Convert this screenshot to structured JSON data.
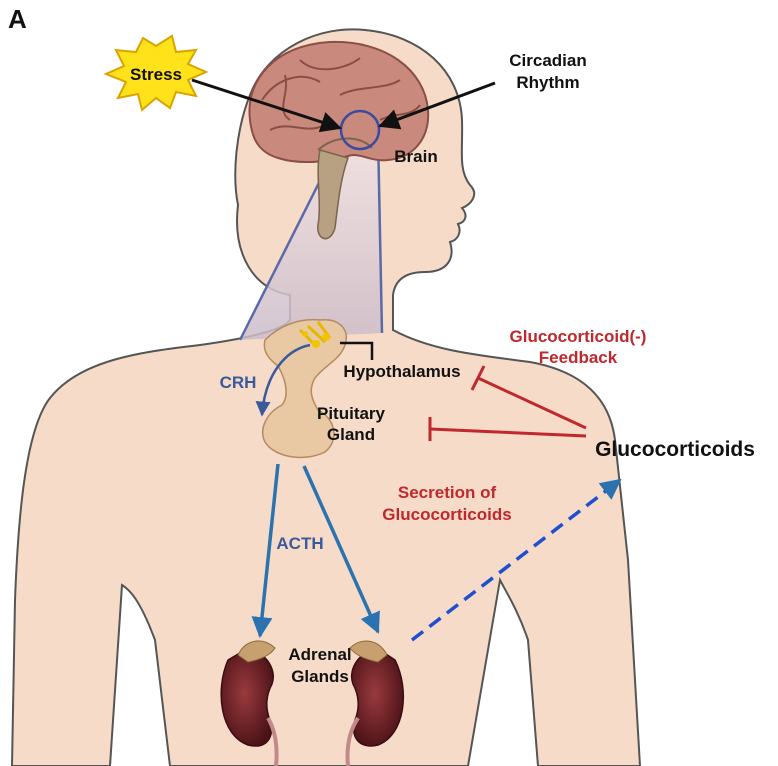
{
  "panel_label": "A",
  "labels": {
    "stress": "Stress",
    "circadian_line1": "Circadian",
    "circadian_line2": "Rhythm",
    "brain": "Brain",
    "hypothalamus": "Hypothalamus",
    "pituitary_line1": "Pituitary",
    "pituitary_line2": "Gland",
    "crh": "CRH",
    "acth": "ACTH",
    "adrenal_line1": "Adrenal",
    "adrenal_line2": "Glands",
    "feedback_line1": "Glucocorticoid(-)",
    "feedback_line2": "Feedback",
    "secretion_line1": "Secretion of",
    "secretion_line2": "Glucocorticoids",
    "glucocorticoids": "Glucocorticoids"
  },
  "colors": {
    "skin": "#f6dcc8",
    "skin_outline": "#555555",
    "blue_arrow": "#2b73b0",
    "crh_blue": "#3a5a9c",
    "feedback_red": "#c0282d",
    "stress_star": "#ffe21a",
    "kidney": "#6b1f24"
  }
}
